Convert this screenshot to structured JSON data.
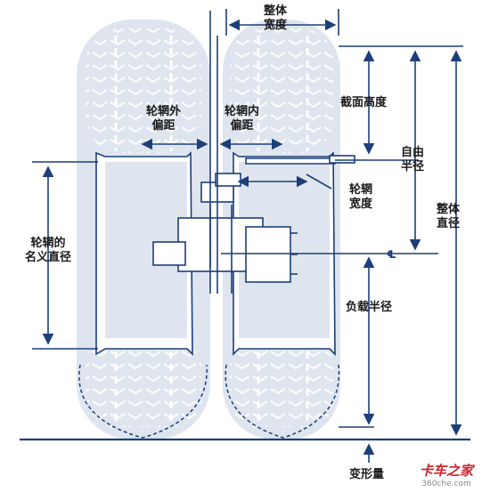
{
  "labels": {
    "overall_width": [
      "整体",
      "宽度"
    ],
    "rim_offset_out": [
      "轮辋外",
      "偏距"
    ],
    "rim_offset_in": [
      "轮辋内",
      "偏距"
    ],
    "section_height": "截面高度",
    "free_radius": [
      "自由",
      "半径"
    ],
    "overall_diameter": [
      "整体",
      "直径"
    ],
    "rim_width": [
      "轮辋",
      "宽度"
    ],
    "rim_nominal_diameter": [
      "轮辋的",
      "名义直径"
    ],
    "loaded_radius": "负载半径",
    "deflection": "变形量",
    "centerline_mark": "℄"
  },
  "watermark": {
    "brand": "卡车之家",
    "site": "360che.com"
  },
  "colors": {
    "tire": "#dfe5ee",
    "line": "#1c3f7a",
    "tread": "#ffffff",
    "text": "#1a1a1a"
  }
}
